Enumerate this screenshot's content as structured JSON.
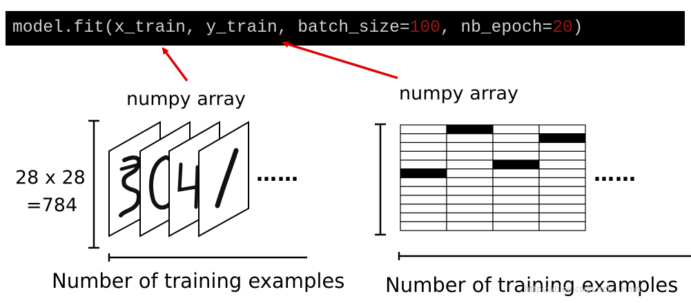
{
  "code": {
    "prefix": "model.fit(x_train, y_train, batch_size=",
    "batch_size": "100",
    "middle": ", nb_epoch=",
    "nb_epoch": "20",
    "suffix": ")"
  },
  "labels": {
    "numpy_left": "numpy array",
    "numpy_right": "numpy array",
    "dim_line1": "28 x 28",
    "dim_line2": "=784",
    "x_axis_left": "Number of training examples",
    "x_axis_right": "Number of training examples",
    "ellipsis_left": "……",
    "ellipsis_right": "……"
  },
  "watermark": "https://blog.csdn.net/...Hmh",
  "colors": {
    "code_background": "#000000",
    "code_text": "#d0d0d0",
    "code_number": "#a01515",
    "arrow": "#e00000"
  },
  "matrix": {
    "rows": 12,
    "cols": 4,
    "filled_cells": [
      [
        0,
        1
      ],
      [
        1,
        3
      ],
      [
        4,
        2
      ],
      [
        5,
        0
      ]
    ]
  },
  "digits": [
    "5",
    "0",
    "4",
    "1"
  ]
}
